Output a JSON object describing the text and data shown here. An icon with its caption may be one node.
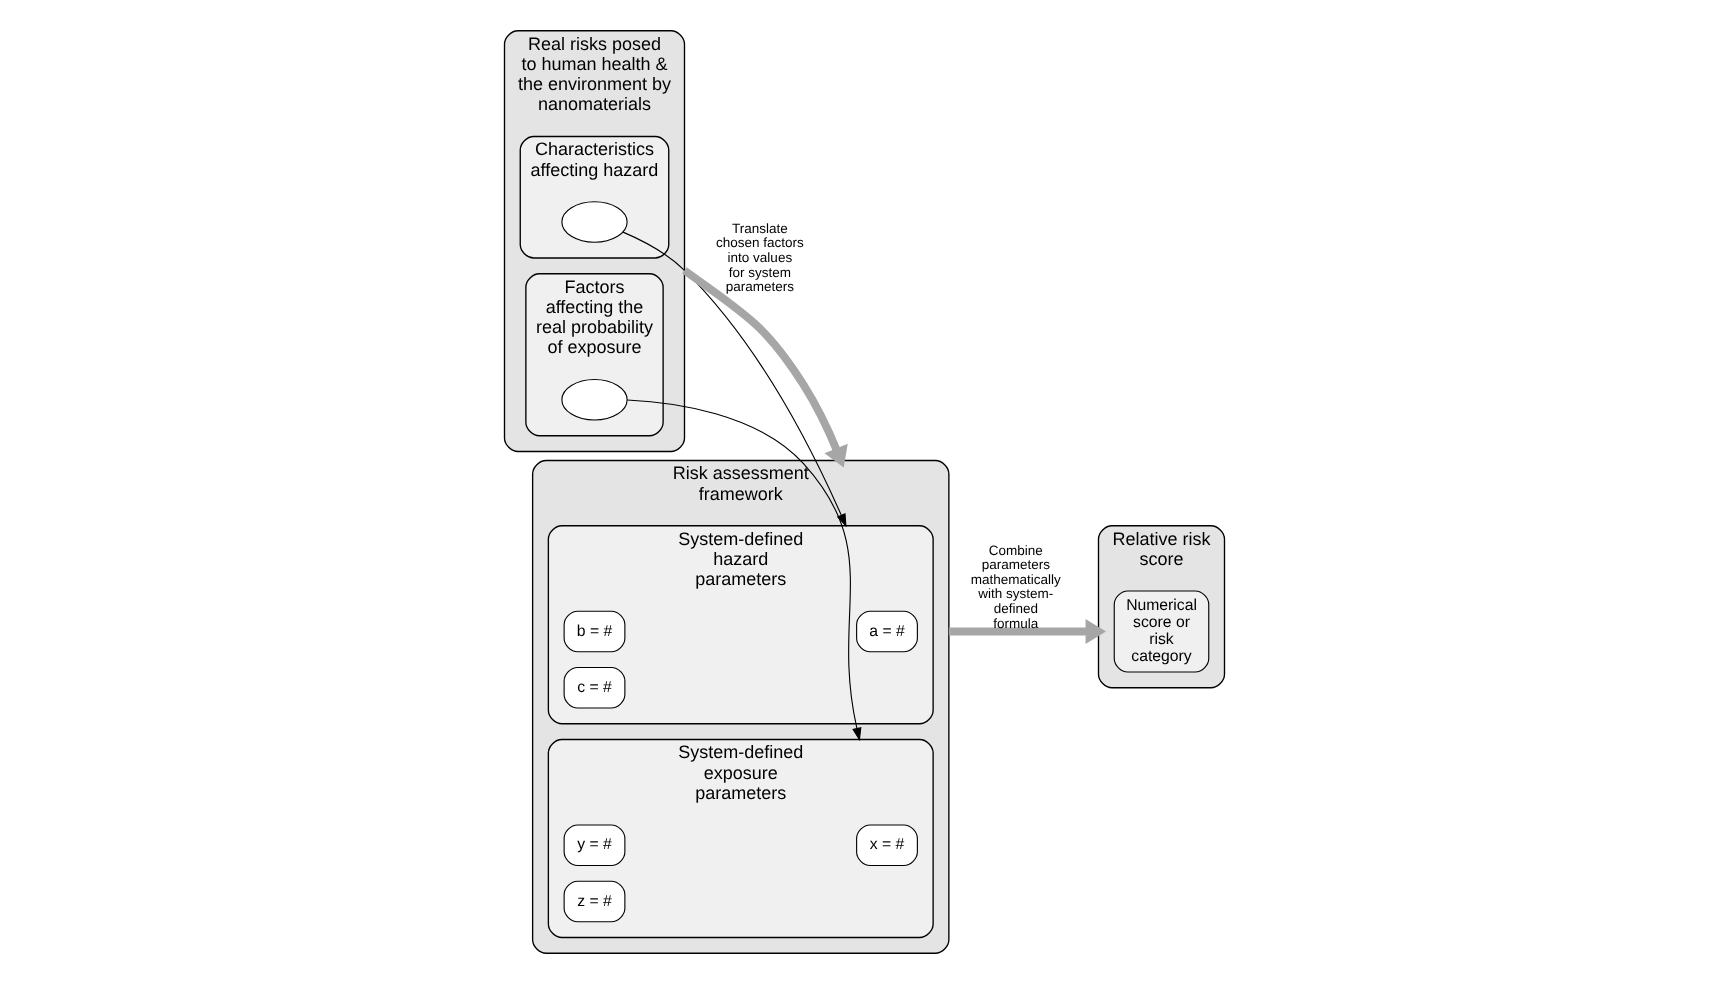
{
  "diagram": {
    "nodes": [
      {
        "text": [
          "Real risks posed to human health & the environment by nanomaterials"
        ]
      },
      {
        "text": [
          "Characteristics affecting hazard"
        ],
        "in": 0
      },
      {
        "text": [],
        "shape": "cloud",
        "in": 1
      },
      {
        "text": [
          "Factors affecting the real probability of exposure"
        ],
        "in": 0
      },
      {
        "text": [],
        "shape": "cloud",
        "in": 3
      },
      {
        "text": [
          "Risk assessment framework"
        ]
      },
      {
        "text": [
          "System-defined hazard parameters"
        ],
        "in": 5
      },
      {
        "text": [
          "a = #"
        ],
        "in": 6
      },
      {
        "text": [
          "b = #"
        ],
        "in": 6
      },
      {
        "text": [
          "c = #"
        ],
        "in": 6
      },
      {
        "text": [
          "System-defined exposure parameters"
        ],
        "in": 5
      },
      {
        "text": [
          "x = #"
        ],
        "in": 10
      },
      {
        "text": [
          "y = #"
        ],
        "in": 10
      },
      {
        "text": [
          "z = #"
        ],
        "in": 10
      },
      {
        "text": [
          "Relative risk score"
        ]
      },
      {
        "text": [
          "Numerical score or risk category"
        ],
        "in": 14
      }
    ],
    "edges": [
      {
        "from": 2,
        "to": 6,
        "arrow": "to"
      },
      {
        "from": 4,
        "to": 10,
        "arrow": "to"
      },
      {
        "from": 0,
        "to": 5,
        "arrow": "to",
        "label": "Translate chosen factors into values for system parameters",
        "style": "thick",
        "color": "#a6a6a6"
      },
      {
        "from": 5,
        "to": 14,
        "arrow": "to",
        "label": "Combine parameters mathematically with system-defined formula",
        "style": "thick",
        "color": "#a6a6a6"
      }
    ]
  }
}
